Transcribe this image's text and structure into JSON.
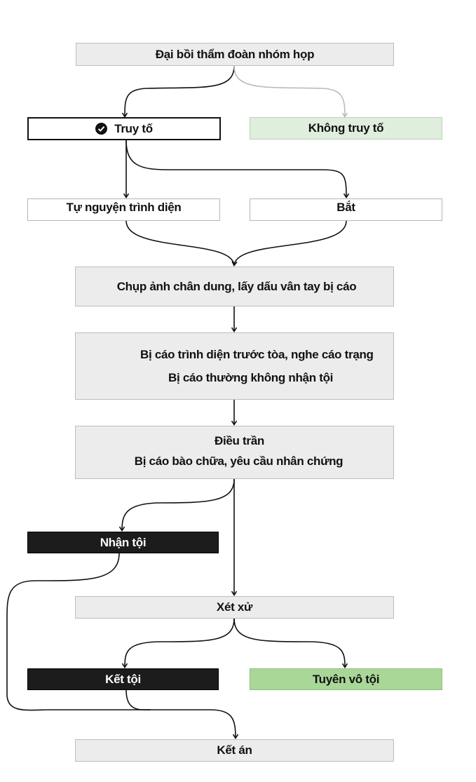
{
  "nodes": {
    "jury": "Đại bồi thẩm đoàn nhóm họp",
    "indict": "Truy tố",
    "no_indict": "Không truy tố",
    "voluntary": "Tự nguyện trình diện",
    "arrest": "Bắt",
    "booking": "Chụp ảnh chân dung, lấy dấu vân tay bị cáo",
    "arraignment_line1": "Bị cáo trình diện trước tòa, nghe cáo trạng",
    "arraignment_line2": "Bị cáo thường không nhận tội",
    "hearing_line1": "Điều trần",
    "hearing_line2": "Bị cáo bào chữa, yêu cầu nhân chứng",
    "guilty_plea": "Nhận tội",
    "trial": "Xét xử",
    "convicted": "Kết tội",
    "acquitted": "Tuyên vô tội",
    "sentence": "Kết án"
  },
  "icons": {
    "indict_status": "check-circle-icon"
  },
  "colors": {
    "box_gray": "#ececec",
    "box_light_green": "#dfeedd",
    "box_green": "#a9d798",
    "box_dark": "#1c1c1c",
    "arrow": "#111111",
    "arrow_faded": "#bbbbbb"
  }
}
